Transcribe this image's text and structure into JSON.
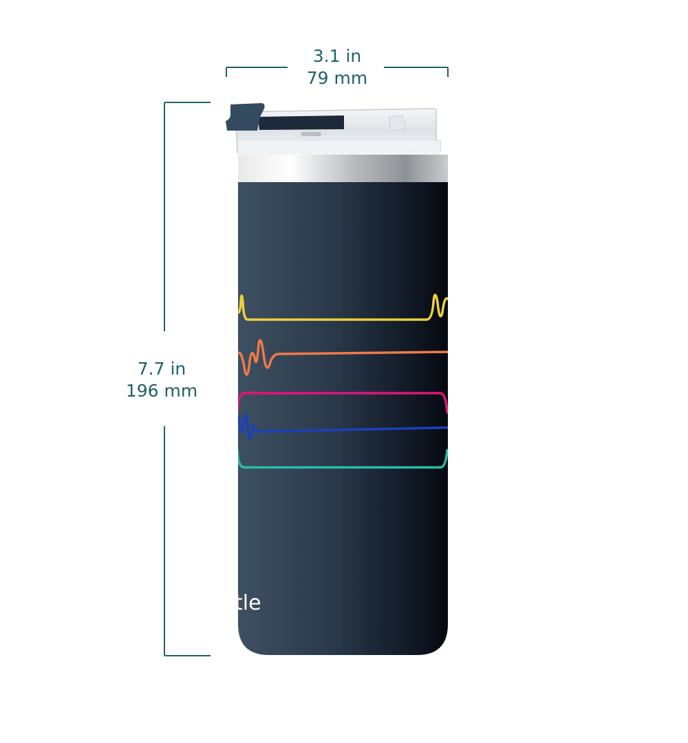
{
  "colors": {
    "dimension": "#1f6164",
    "body": "#35475a",
    "body_dark": "#0b1420",
    "wave_yellow": "#eed13b",
    "wave_orange": "#f07a4a",
    "wave_pink": "#e3147a",
    "wave_blue": "#1c3fc0",
    "wave_teal": "#2bbba6"
  },
  "dimensions": {
    "width_in": "3.1 in",
    "width_mm": "79 mm",
    "height_in": "7.7 in",
    "height_mm": "196 mm"
  },
  "product": {
    "brand_text": "tle"
  }
}
